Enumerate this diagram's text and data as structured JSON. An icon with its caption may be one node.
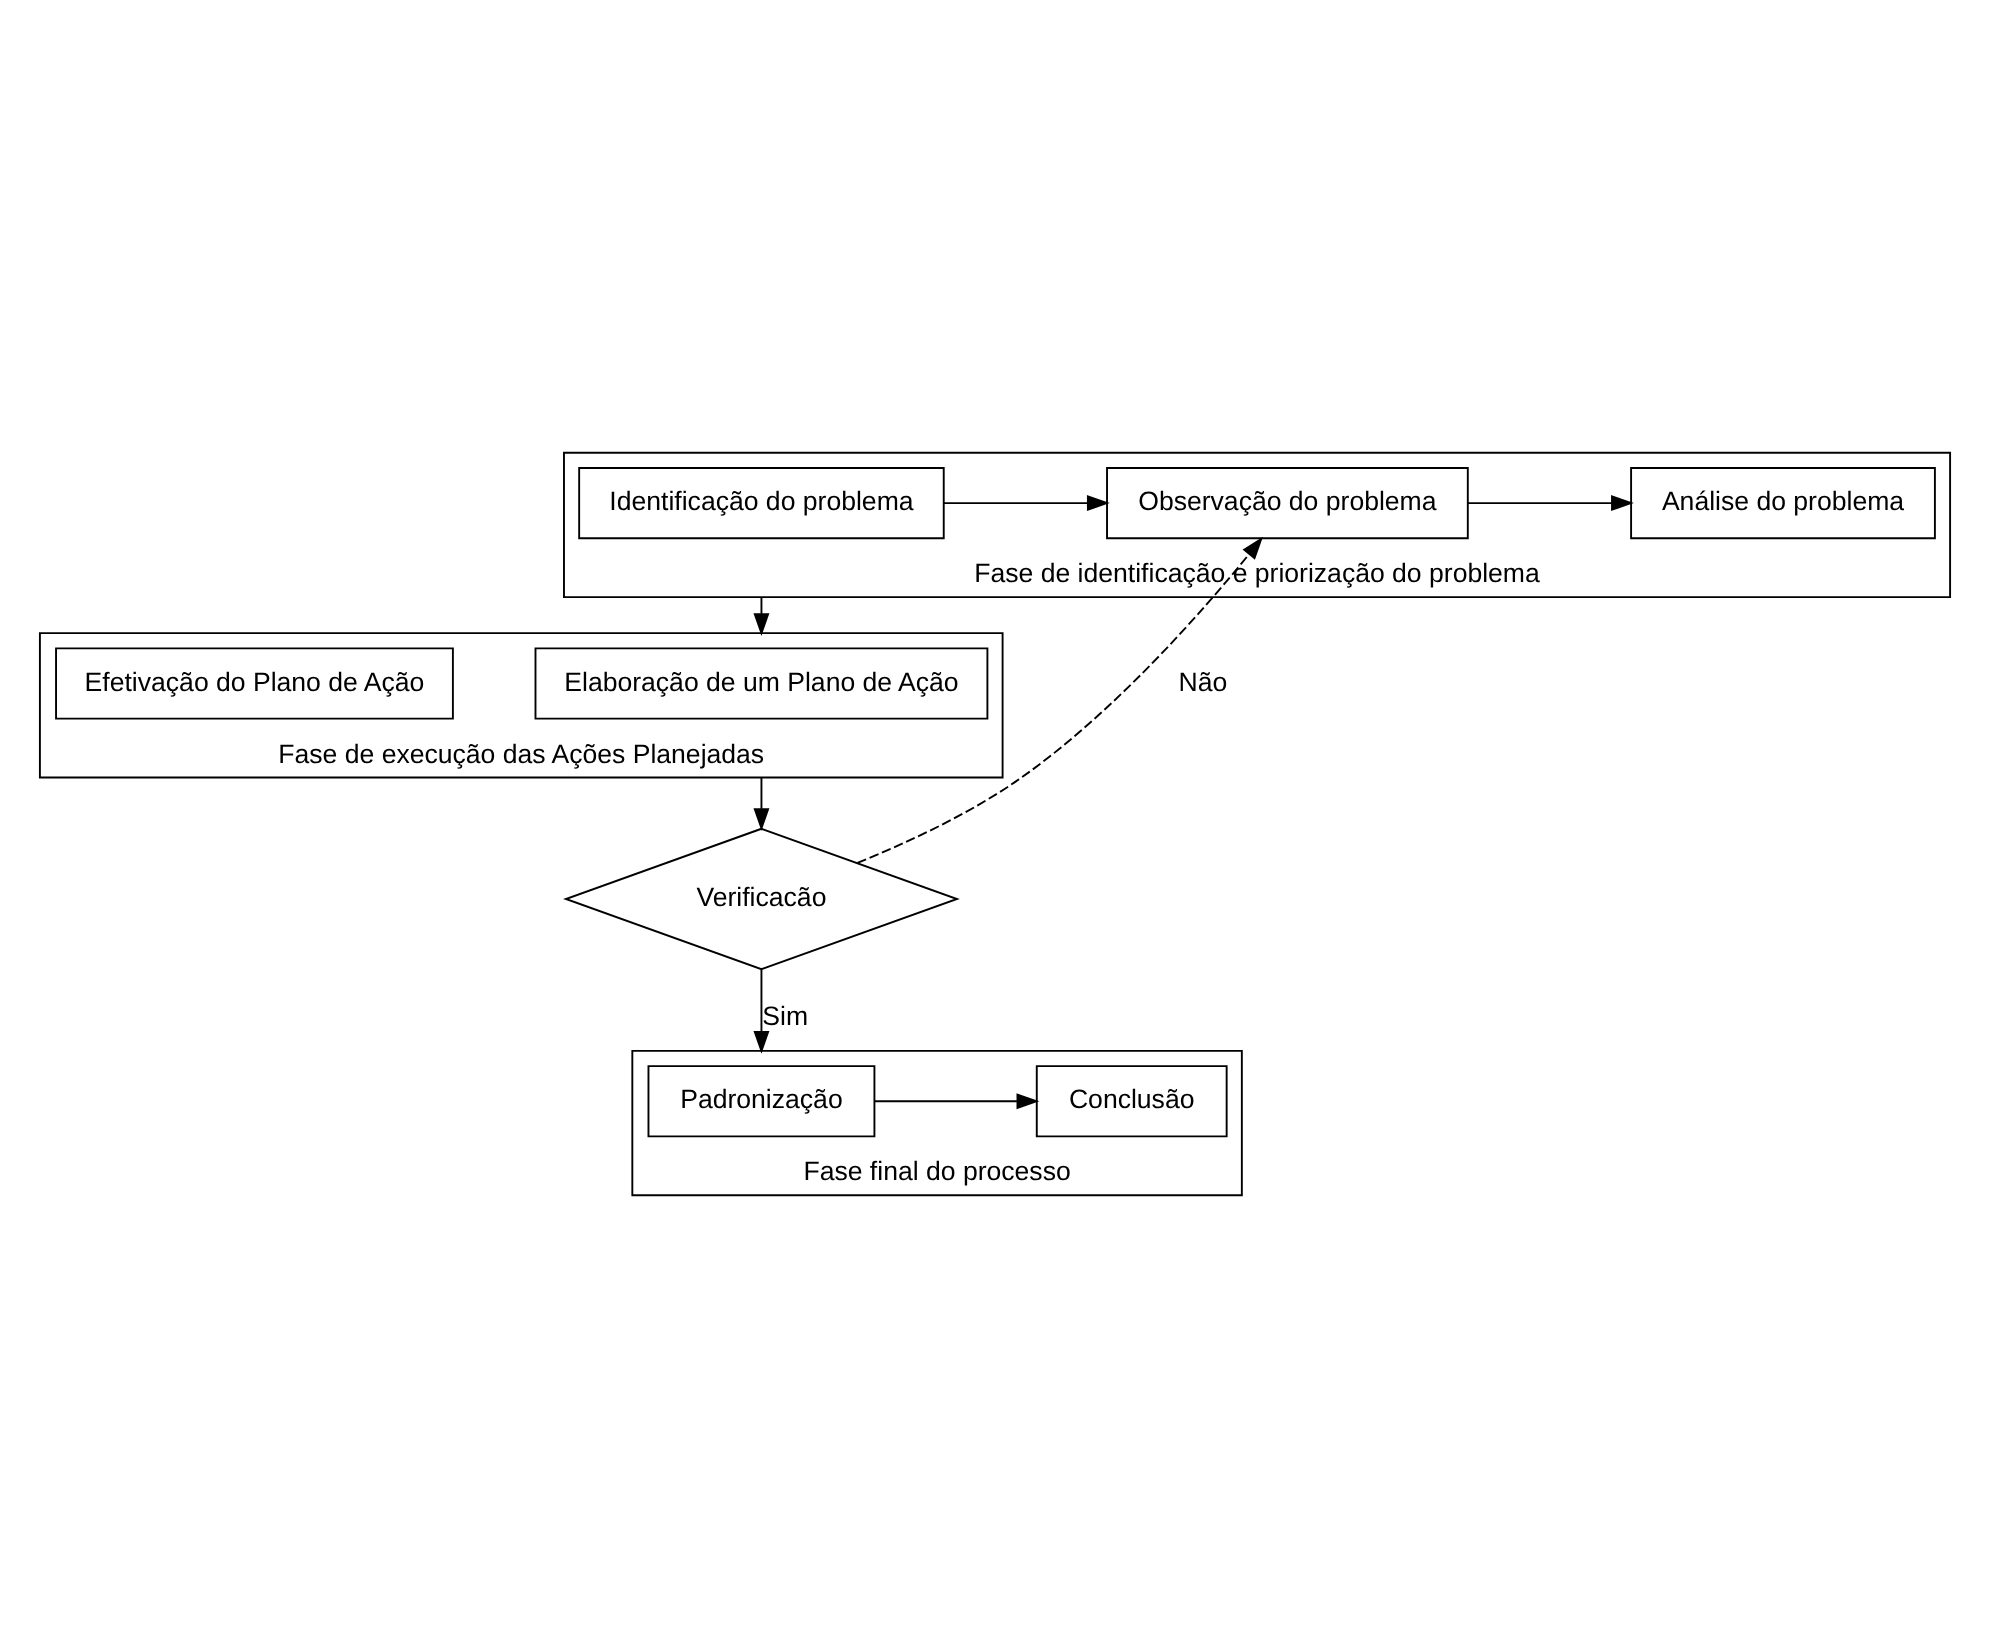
{
  "diagram": {
    "nodes": [
      {
        "text": [
          "Fase de identificação e priorização do problema"
        ]
      },
      {
        "text": [
          "Identificação do problema"
        ],
        "in": 0
      },
      {
        "text": [
          "Observação do problema"
        ],
        "in": 0
      },
      {
        "text": [
          "Análise do problema"
        ],
        "in": 0
      },
      {
        "text": [
          "Fase de execução das Ações Planejadas"
        ]
      },
      {
        "text": [
          "Elaboração de um Plano de Ação"
        ],
        "in": 4
      },
      {
        "text": [
          "Efetivação do Plano de Ação"
        ],
        "in": 4
      },
      {
        "text": [
          "Verificacão"
        ]
      },
      {
        "text": [
          "Fase final do processo"
        ]
      },
      {
        "text": [
          "Padronização"
        ],
        "in": 8
      },
      {
        "text": [
          "Conclusão"
        ],
        "in": 8
      }
    ],
    "edges": [
      {
        "from": 1,
        "to": 2,
        "arrow": "to"
      },
      {
        "from": 2,
        "to": 3,
        "arrow": "to"
      },
      {
        "from": 0,
        "to": 4,
        "arrow": "to"
      },
      {
        "from": 4,
        "to": 7,
        "arrow": "to"
      },
      {
        "from": 7,
        "to": 2,
        "arrow": "to",
        "label": "Não",
        "style": "dashed"
      },
      {
        "from": 7,
        "to": 8,
        "arrow": "to",
        "label": "Sim"
      },
      {
        "from": 9,
        "to": 10,
        "arrow": "to"
      }
    ]
  }
}
